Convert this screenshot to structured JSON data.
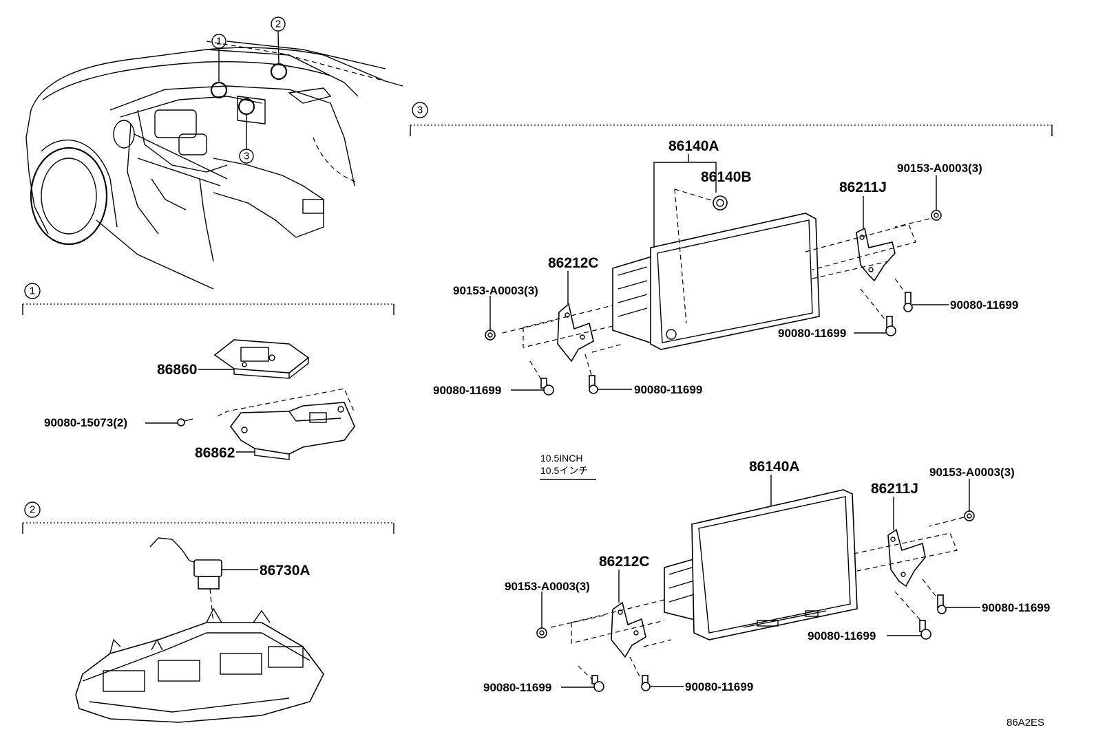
{
  "callouts": {
    "c1": "1",
    "c2": "2",
    "c3": "3"
  },
  "section_labels": {
    "s1": "1",
    "s2": "2",
    "s3": "3"
  },
  "parts": {
    "p86860": "86860",
    "p86862": "86862",
    "p90080_15073": "90080-15073(2)",
    "p86730A": "86730A",
    "top_86140A": "86140A",
    "top_86140B": "86140B",
    "top_86211J": "86211J",
    "top_86212C": "86212C",
    "top_90153_right": "90153-A0003(3)",
    "top_90153_left": "90153-A0003(3)",
    "top_90080_r1": "90080-11699",
    "top_90080_r2": "90080-11699",
    "top_90080_l1": "90080-11699",
    "top_90080_l2": "90080-11699",
    "bot_86140A": "86140A",
    "bot_86211J": "86211J",
    "bot_86212C": "86212C",
    "bot_90153_right": "90153-A0003(3)",
    "bot_90153_left": "90153-A0003(3)",
    "bot_90080_r1": "90080-11699",
    "bot_90080_r2": "90080-11699",
    "bot_90080_l1": "90080-11699",
    "bot_90080_l2": "90080-11699"
  },
  "variant_note": {
    "line1": "10.5INCH",
    "line2": "10.5インチ"
  },
  "diagram_ref": "86A2ES"
}
